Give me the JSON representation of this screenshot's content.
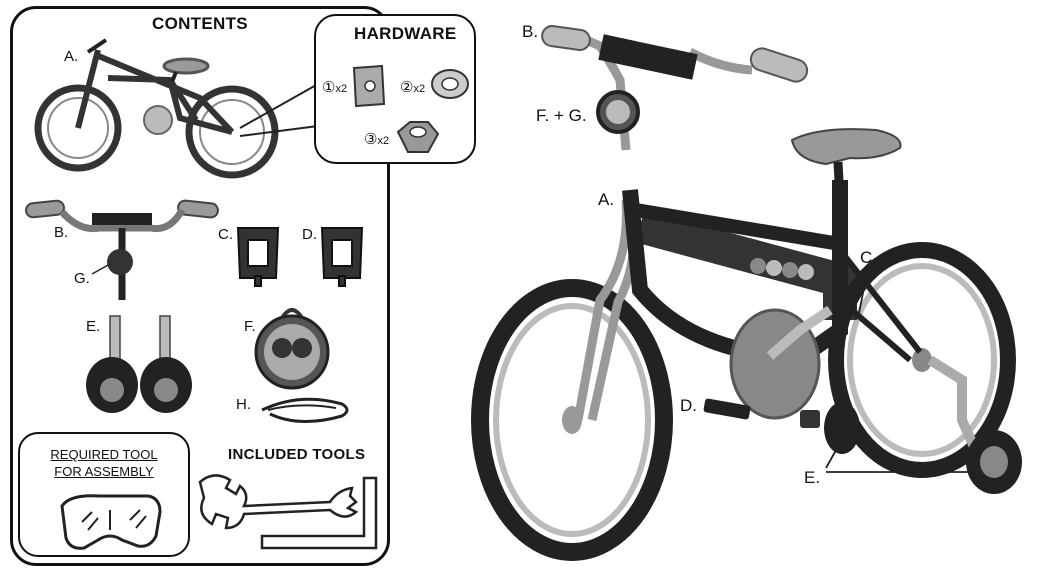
{
  "contents": {
    "title": "CONTENTS",
    "label_a": "A.",
    "label_b": "B.",
    "label_g": "G.",
    "label_c": "C.",
    "label_d": "D.",
    "label_e": "E.",
    "label_f": "F.",
    "label_h": "H."
  },
  "hardware": {
    "title": "HARDWARE",
    "items": [
      {
        "num": "①",
        "qty": "x2",
        "icon": "washer-plate-icon"
      },
      {
        "num": "②",
        "qty": "x2",
        "icon": "washer-ring-icon"
      },
      {
        "num": "③",
        "qty": "x2",
        "icon": "axle-nut-icon"
      }
    ]
  },
  "required_tool": {
    "line1": "REQUIRED TOOL",
    "line2": "FOR ASSEMBLY",
    "icon": "safety-goggles-icon"
  },
  "included_tools": {
    "title": "INCLUDED TOOLS",
    "icons": [
      "wrench-icon",
      "allen-key-icon"
    ]
  },
  "bike_callouts": {
    "b": "B.",
    "fg": "F. + G.",
    "a": "A.",
    "c": "C.",
    "d": "D.",
    "e": "E."
  }
}
